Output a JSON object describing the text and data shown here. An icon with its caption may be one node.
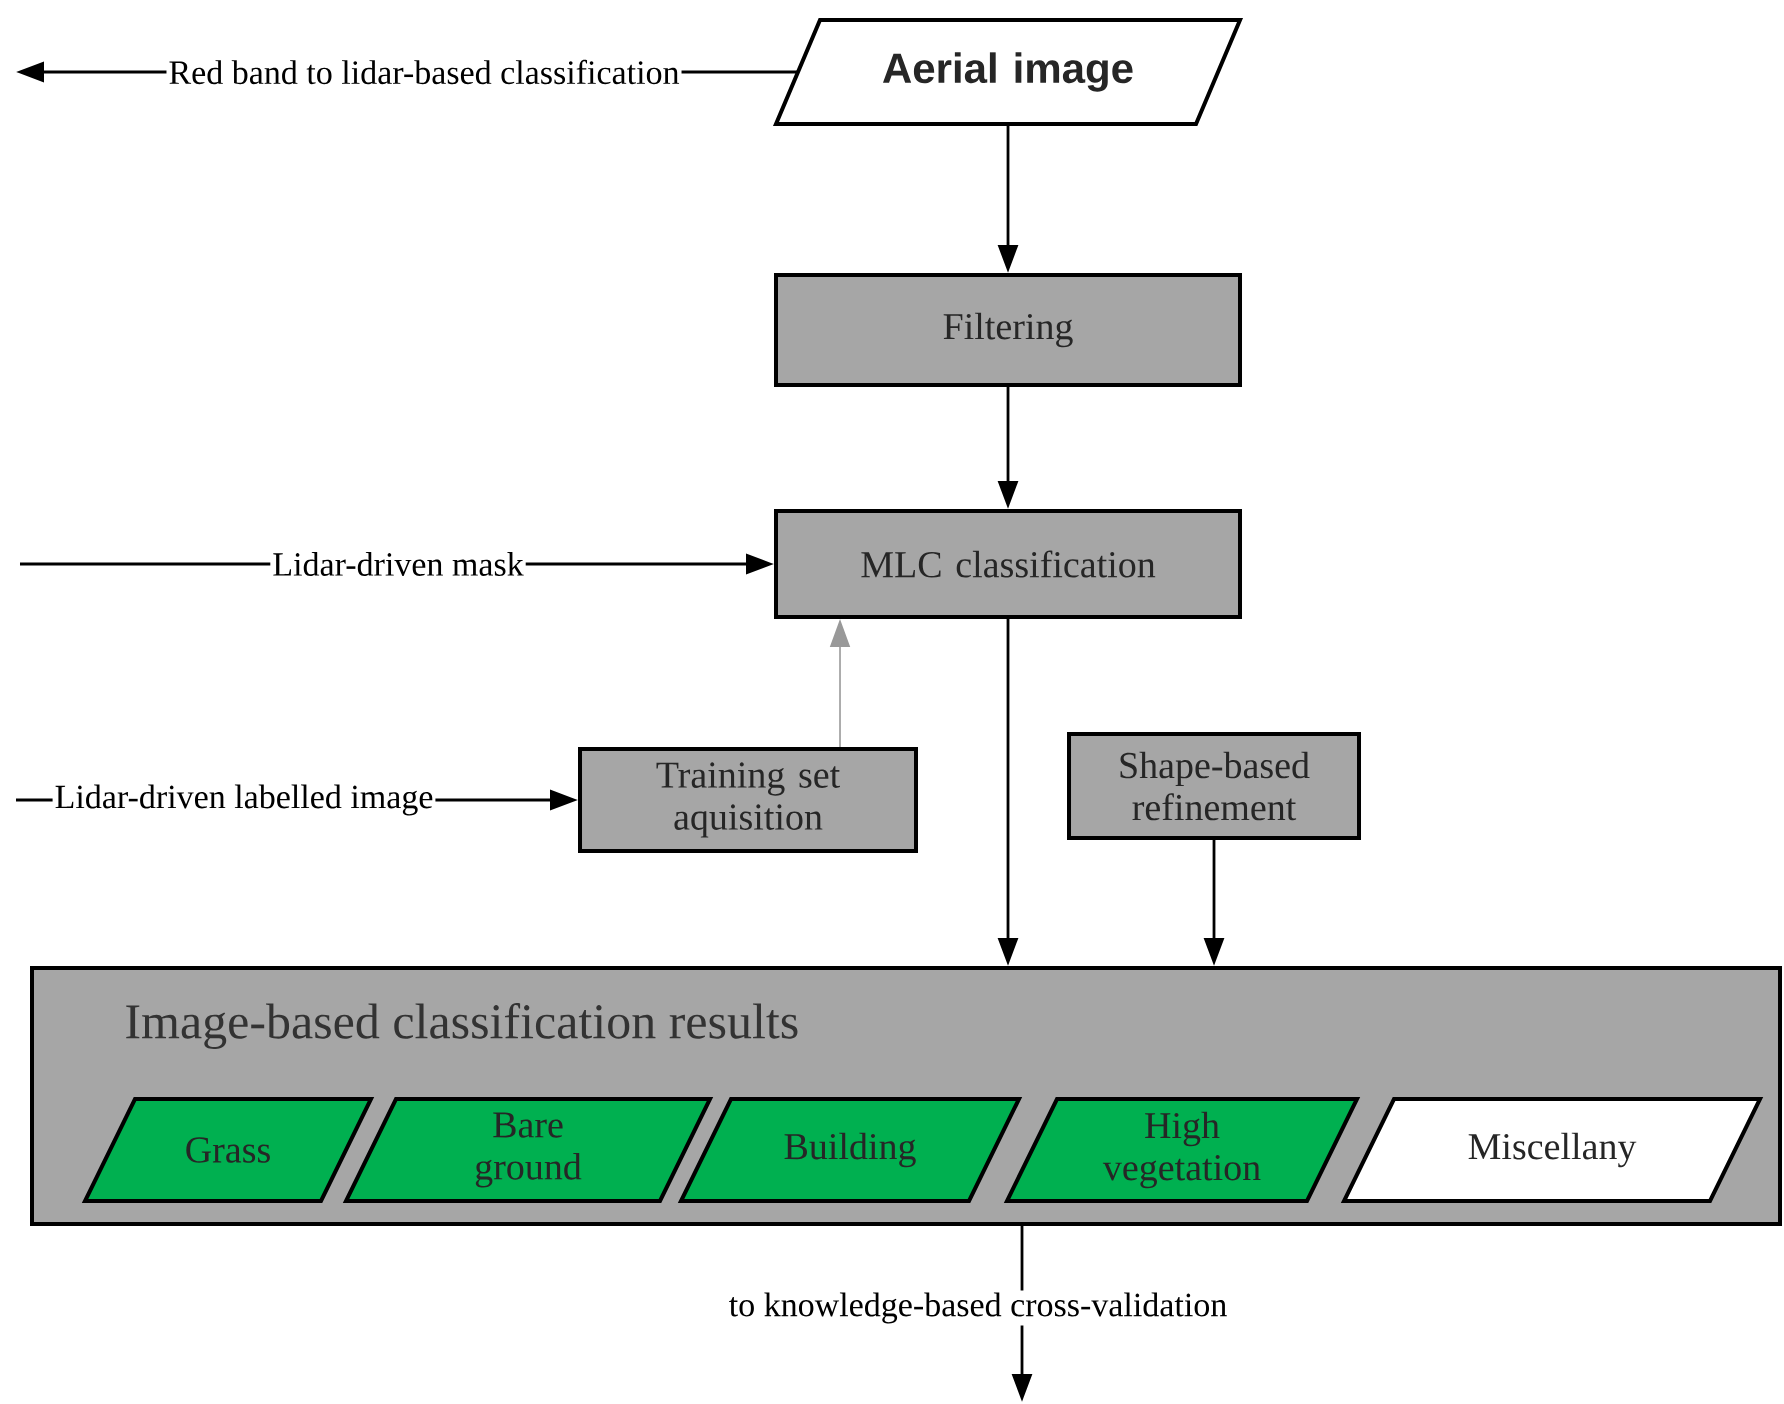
{
  "diagram": {
    "nodes": [
      {
        "text": [
          "Aerial image"
        ]
      },
      {
        "text": [
          "Filtering"
        ]
      },
      {
        "text": [
          "MLC classification"
        ]
      },
      {
        "text": [
          "Training set aquisition"
        ]
      },
      {
        "text": [
          "Shape-based refinement"
        ]
      },
      {
        "text": [
          "Image-based classification results"
        ]
      },
      {
        "text": [
          "Grass"
        ],
        "in": 5
      },
      {
        "text": [
          "Bare ground"
        ],
        "in": 5
      },
      {
        "text": [
          "Building"
        ],
        "in": 5
      },
      {
        "text": [
          "High vegetation"
        ],
        "in": 5
      },
      {
        "text": [
          "Miscellany"
        ],
        "in": 5
      }
    ],
    "edges": [
      {
        "from": 0,
        "to": null,
        "arrow": "to",
        "label": "Red band to lidar-based classification"
      },
      {
        "from": 0,
        "to": 1,
        "arrow": "to"
      },
      {
        "from": 1,
        "to": 2,
        "arrow": "to"
      },
      {
        "from": null,
        "to": 2,
        "arrow": "to",
        "label": "Lidar-driven mask"
      },
      {
        "from": null,
        "to": 3,
        "arrow": "to",
        "label": "Lidar-driven labelled image"
      },
      {
        "from": 3,
        "to": 2,
        "arrow": "to",
        "color": "#999999"
      },
      {
        "from": 2,
        "to": 5,
        "arrow": "to"
      },
      {
        "from": 4,
        "to": 5,
        "arrow": "to"
      },
      {
        "from": 5,
        "to": null,
        "arrow": "to",
        "label": "to knowledge-based cross-validation"
      }
    ]
  }
}
